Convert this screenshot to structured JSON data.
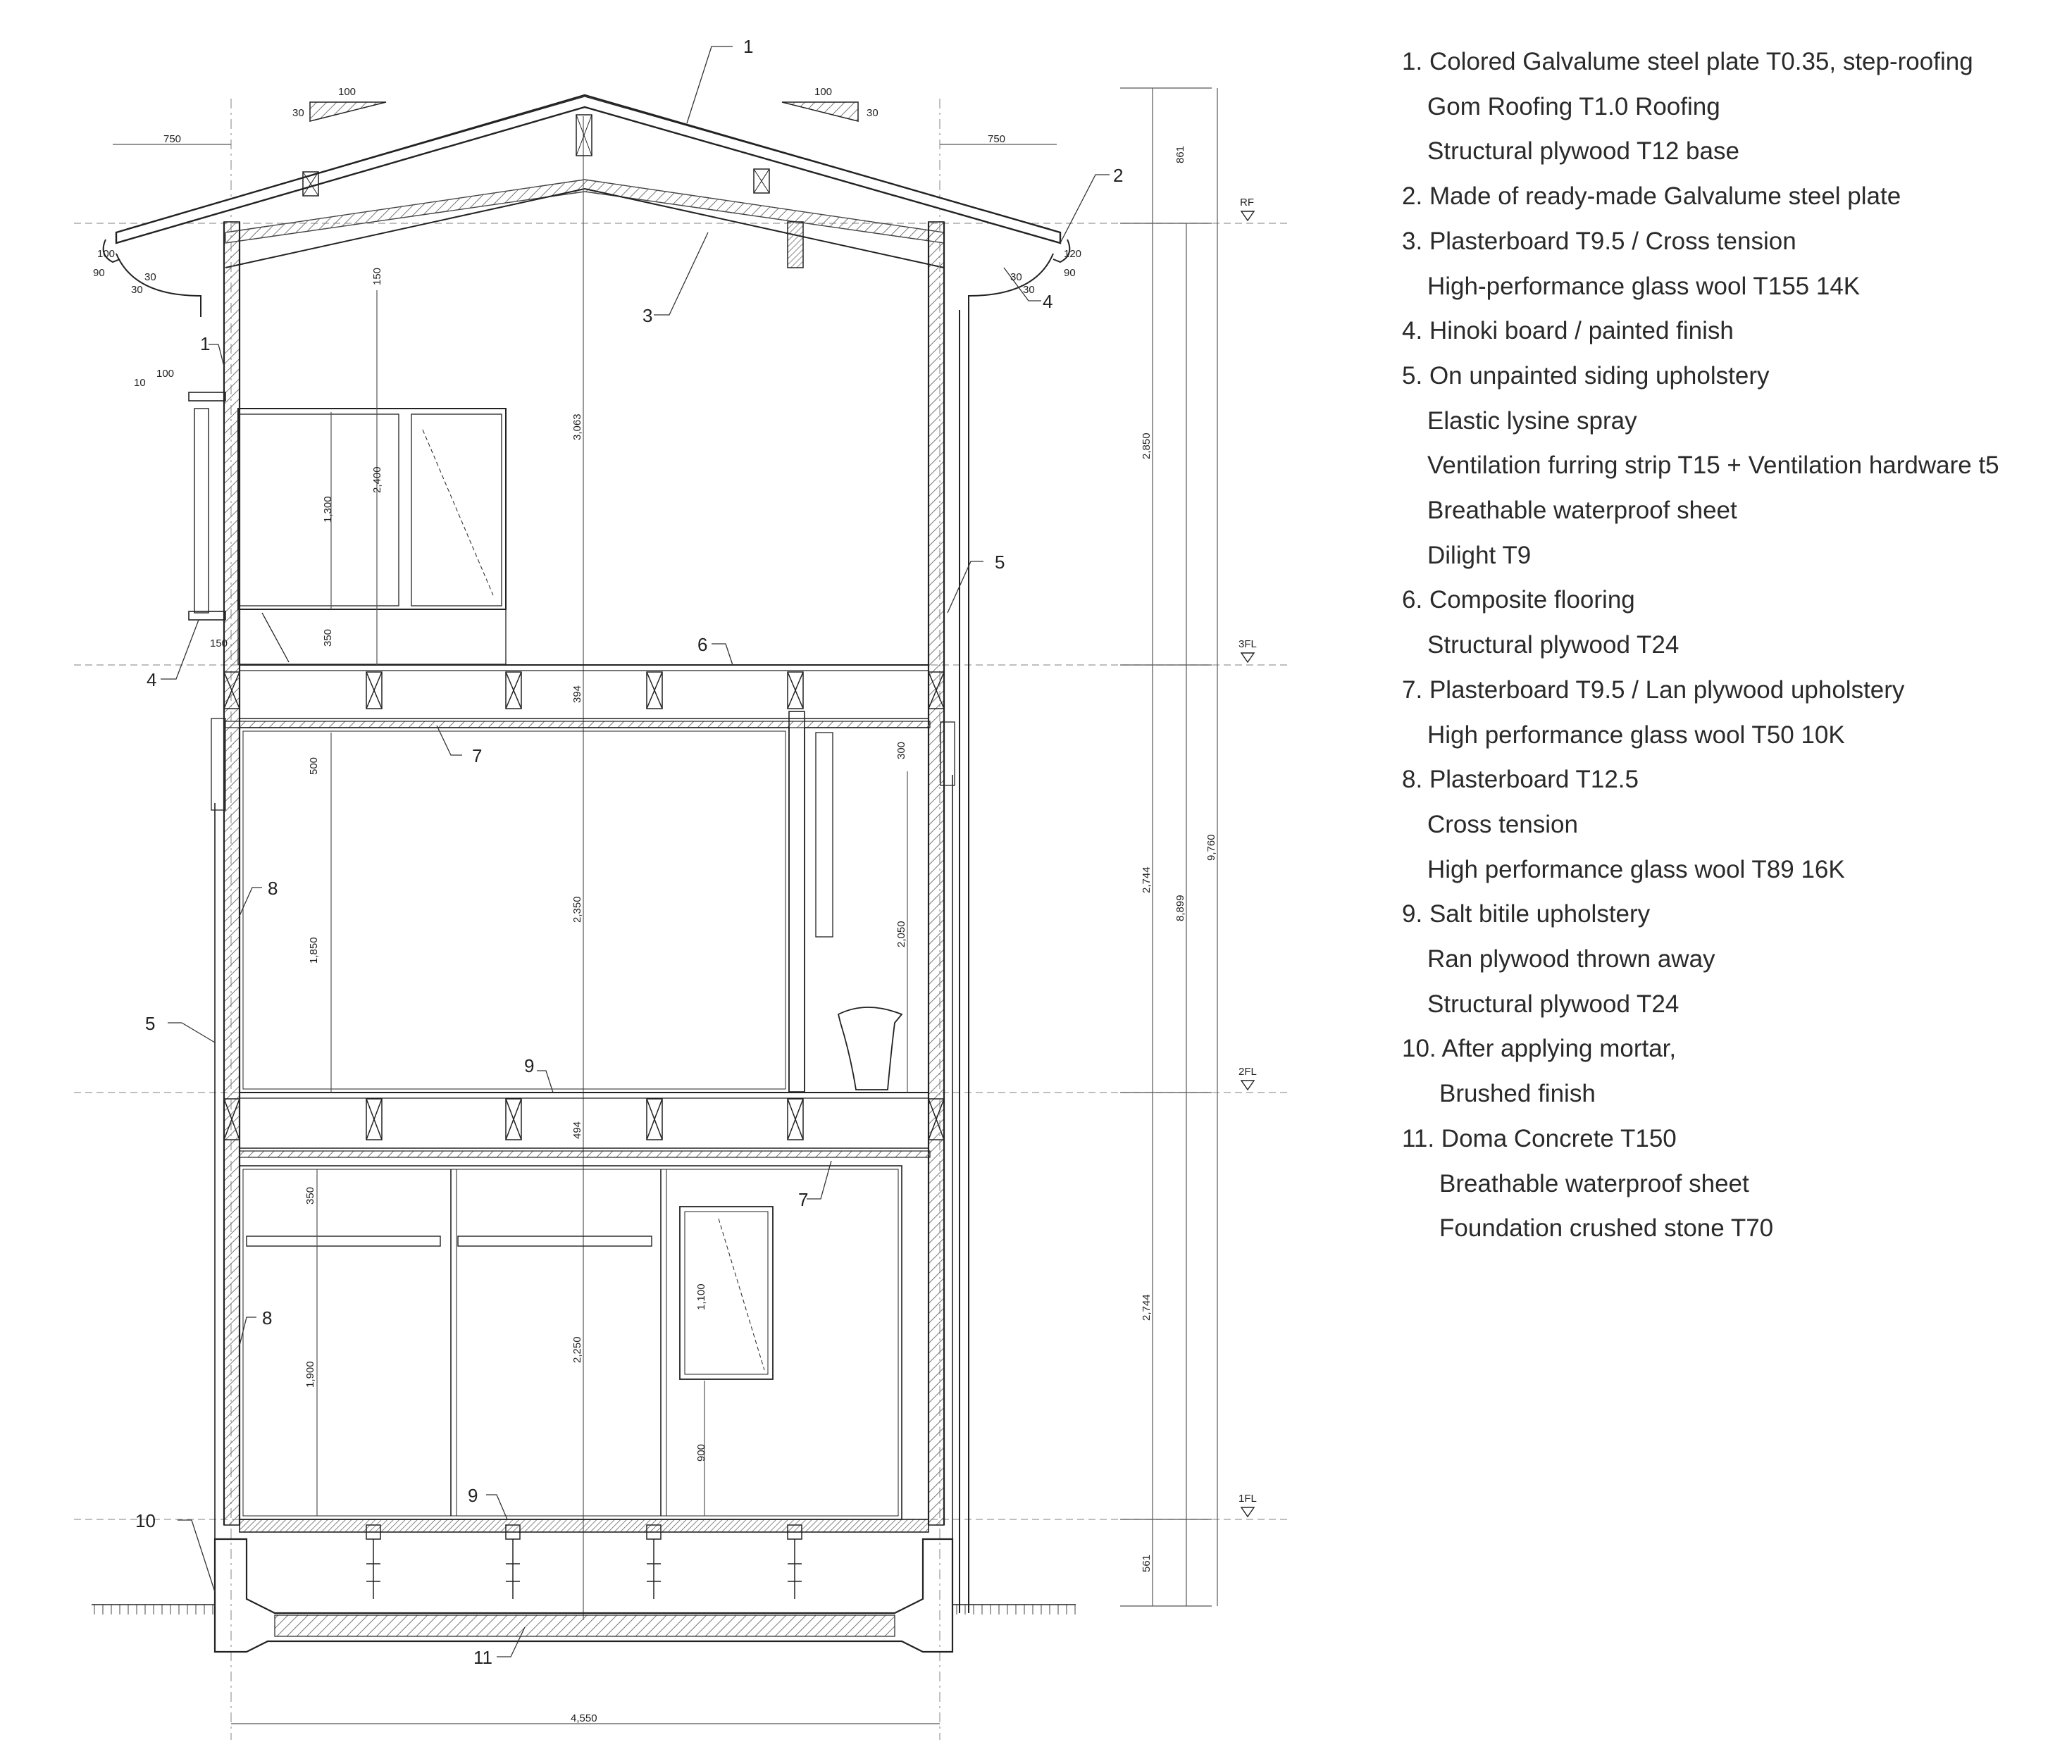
{
  "legend": [
    {
      "num": "1.",
      "text": "Colored Galvalume steel plate T0.35, step-roofing"
    },
    {
      "num": "",
      "text": "Gom Roofing T1.0 Roofing"
    },
    {
      "num": "",
      "text": "Structural plywood T12 base"
    },
    {
      "num": "2.",
      "text": "Made of ready-made Galvalume steel plate"
    },
    {
      "num": "3.",
      "text": "Plasterboard T9.5 / Cross tension"
    },
    {
      "num": "",
      "text": "High-performance glass wool T155 14K"
    },
    {
      "num": "4.",
      "text": "Hinoki board / painted finish"
    },
    {
      "num": "5.",
      "text": "On unpainted siding upholstery"
    },
    {
      "num": "",
      "text": "Elastic lysine spray"
    },
    {
      "num": "",
      "text": "Ventilation furring strip T15 + Ventilation hardware t5"
    },
    {
      "num": "",
      "text": "Breathable waterproof sheet"
    },
    {
      "num": "",
      "text": "Dilight T9"
    },
    {
      "num": "6.",
      "text": "Composite flooring"
    },
    {
      "num": "",
      "text": "Structural plywood T24"
    },
    {
      "num": "7.",
      "text": "Plasterboard T9.5 / Lan plywood upholstery"
    },
    {
      "num": "",
      "text": "High performance glass wool T50 10K"
    },
    {
      "num": "8.",
      "text": "Plasterboard T12.5"
    },
    {
      "num": "",
      "text": "Cross tension"
    },
    {
      "num": "",
      "text": "High performance glass wool T89 16K"
    },
    {
      "num": "9.",
      "text": "Salt bitile upholstery"
    },
    {
      "num": "",
      "text": "Ran plywood thrown away"
    },
    {
      "num": "",
      "text": "Structural plywood T24"
    },
    {
      "num": "10.",
      "text": "After applying mortar,"
    },
    {
      "num": "",
      "text": "Brushed finish"
    },
    {
      "num": "11.",
      "text": "Doma Concrete T150"
    },
    {
      "num": "",
      "text": "Breathable waterproof sheet"
    },
    {
      "num": "",
      "text": "Foundation crushed stone T70"
    }
  ],
  "callouts": {
    "c1_roof": "1",
    "c1_wall": "1",
    "c2": "2",
    "c3": "3",
    "c4_left": "4",
    "c4_right": "4",
    "c5_upper": "5",
    "c5_lower": "5",
    "c6": "6",
    "c7_upper": "7",
    "c7_lower": "7",
    "c8_upper": "8",
    "c8_lower": "8",
    "c9_upper": "9",
    "c9_lower": "9",
    "c10": "10",
    "c11": "11"
  },
  "levels": {
    "rf": "RF",
    "fl3": "3FL",
    "fl2": "2FL",
    "fl1": "1FL"
  },
  "dims": {
    "eave_left": "750",
    "eave_right": "750",
    "slope_run_left": "100",
    "slope_rise_left": "30",
    "slope_run_right": "100",
    "slope_rise_right": "30",
    "gutter_l1": "30",
    "gutter_l2": "30",
    "gutter_l3": "90",
    "gutter_l4": "100",
    "gutter_r1": "30",
    "gutter_r2": "30",
    "gutter_r3": "90",
    "gutter_r4": "120",
    "sill_run": "100",
    "sill_rise": "10",
    "hood_150": "150",
    "ceiling_gap": "150",
    "win_top": "2,400",
    "win_h": "1,300",
    "win_sill": "350",
    "ridge_h": "3,063",
    "floor3_beam": "394",
    "floor2_beam": "494",
    "l2_top": "500",
    "l2_win": "1,850",
    "l2_h": "2,350",
    "l2_wc_top": "300",
    "l2_wc": "2,050",
    "l1_top": "350",
    "l1_h": "1,900",
    "l1_mid": "2,250",
    "l1_win": "1,100",
    "l1_sill": "900",
    "rs_861": "861",
    "rs_2850": "2,850",
    "rs_2744a": "2,744",
    "rs_2744b": "2,744",
    "rs_561": "561",
    "total_8899": "8,899",
    "total_9760": "9,760",
    "width": "4,550"
  }
}
